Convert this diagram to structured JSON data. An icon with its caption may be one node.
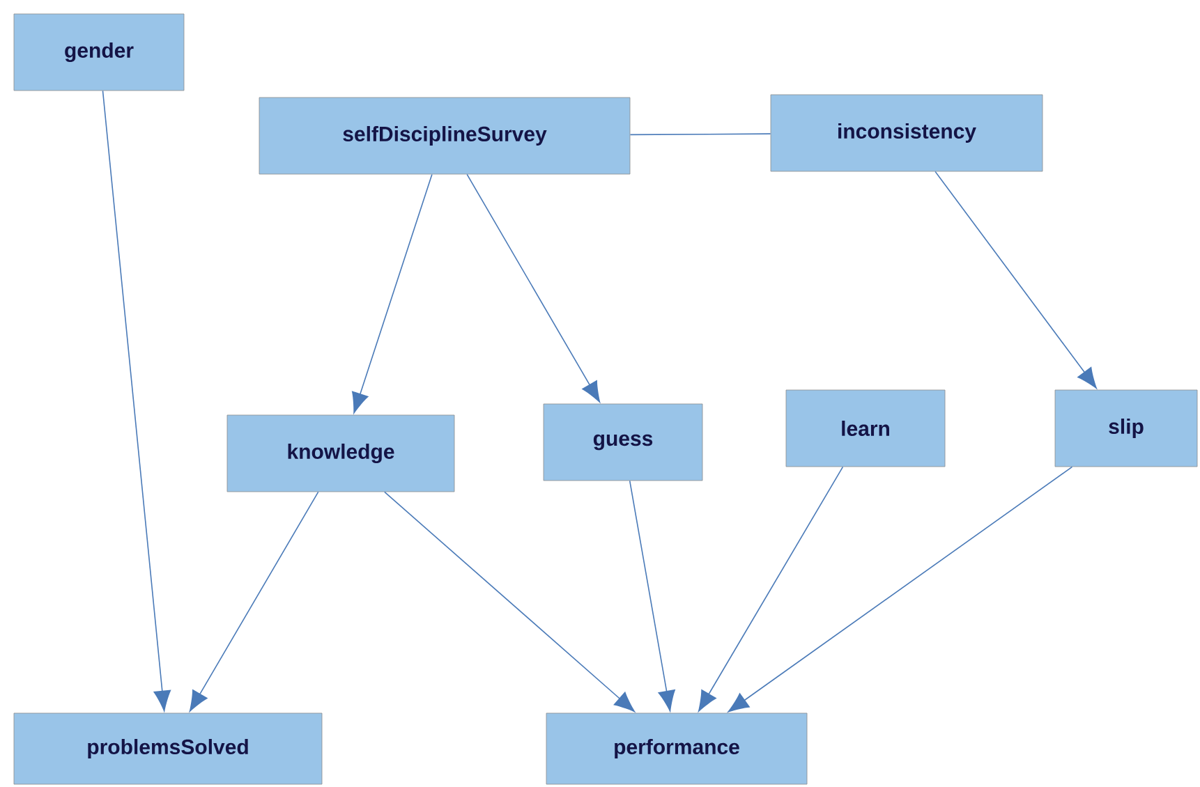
{
  "diagram": {
    "nodes": [
      {
        "text": [
          "gender"
        ]
      },
      {
        "text": [
          "selfDisciplineSurvey"
        ]
      },
      {
        "text": [
          "inconsistency"
        ]
      },
      {
        "text": [
          "knowledge"
        ]
      },
      {
        "text": [
          "guess"
        ]
      },
      {
        "text": [
          "learn"
        ]
      },
      {
        "text": [
          "slip"
        ]
      },
      {
        "text": [
          "problemsSolved"
        ]
      },
      {
        "text": [
          "performance"
        ]
      }
    ],
    "edges": [
      {
        "from": 0,
        "to": 7,
        "arrow": "to"
      },
      {
        "from": 1,
        "to": 2,
        "arrow": "none"
      },
      {
        "from": 1,
        "to": 3,
        "arrow": "to"
      },
      {
        "from": 1,
        "to": 4,
        "arrow": "to"
      },
      {
        "from": 2,
        "to": 6,
        "arrow": "to"
      },
      {
        "from": 3,
        "to": 7,
        "arrow": "to"
      },
      {
        "from": 3,
        "to": 8,
        "arrow": "to"
      },
      {
        "from": 4,
        "to": 8,
        "arrow": "to"
      },
      {
        "from": 5,
        "to": 8,
        "arrow": "to"
      },
      {
        "from": 6,
        "to": 8,
        "arrow": "to"
      }
    ]
  }
}
